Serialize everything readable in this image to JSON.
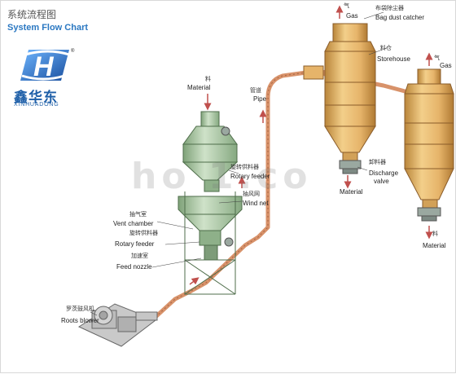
{
  "title_cn": "系统流程图",
  "title_en": "System Flow Chart",
  "logo": {
    "brand_cn": "鑫华东",
    "brand_en": "XINHUADONG",
    "mark": "®"
  },
  "watermark": "ho   1.co",
  "labels": {
    "material_cn": "料",
    "material": "Material",
    "pipe_cn": "管道",
    "pipe": "Pipe",
    "gas_cn": "气",
    "gas": "Gas",
    "bag_dust_catcher_cn": "布袋除尘器",
    "bag_dust_catcher": "Bag dust catcher",
    "storehouse_cn": "料仓",
    "storehouse": "Storehouse",
    "rotary_feeder_top_cn": "旋转供料器",
    "rotary_feeder_top": "Rotary feeder",
    "wind_net_cn": "抽风网",
    "wind_net": "Wind net",
    "vent_chamber_cn": "抽气室",
    "vent_chamber": "Vent chamber",
    "rotary_feeder_cn": "旋转供料器",
    "rotary_feeder": "Rotary feeder",
    "feed_nozzle_cn": "加速室",
    "feed_nozzle": "Feed nozzle",
    "roots_blower_cn": "罗茨鼓风机",
    "roots_blower": "Roots blower",
    "discharge_valve_cn": "卸料器",
    "discharge_valve_1": "Discharge",
    "discharge_valve_2": "valve",
    "material_out_1": "Material",
    "material_out_2_cn": "料",
    "material_out_2": "Material",
    "gas2_cn": "气",
    "gas2": "Gas"
  },
  "colors": {
    "pipe": "#d8926a",
    "silo_body": "#e8b96a",
    "feeder_body": "#a9c6a4",
    "arrow": "#c0504d",
    "brand": "#1e5fa8"
  }
}
